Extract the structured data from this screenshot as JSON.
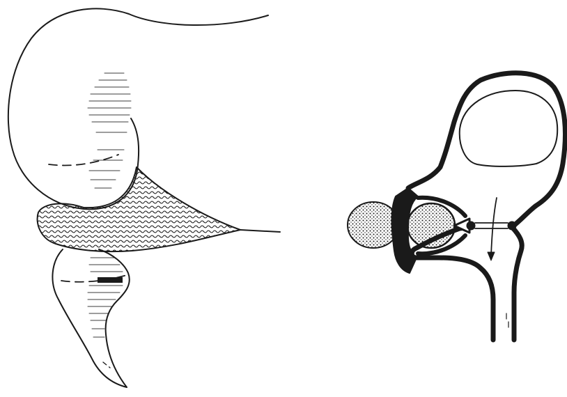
{
  "figure": {
    "panels": [
      {
        "id": "left",
        "description_name": "external-view"
      },
      {
        "id": "right",
        "description_name": "sagittal-section"
      }
    ],
    "colors": {
      "ink": "#1a1a1a",
      "paper": "#ffffff"
    }
  }
}
